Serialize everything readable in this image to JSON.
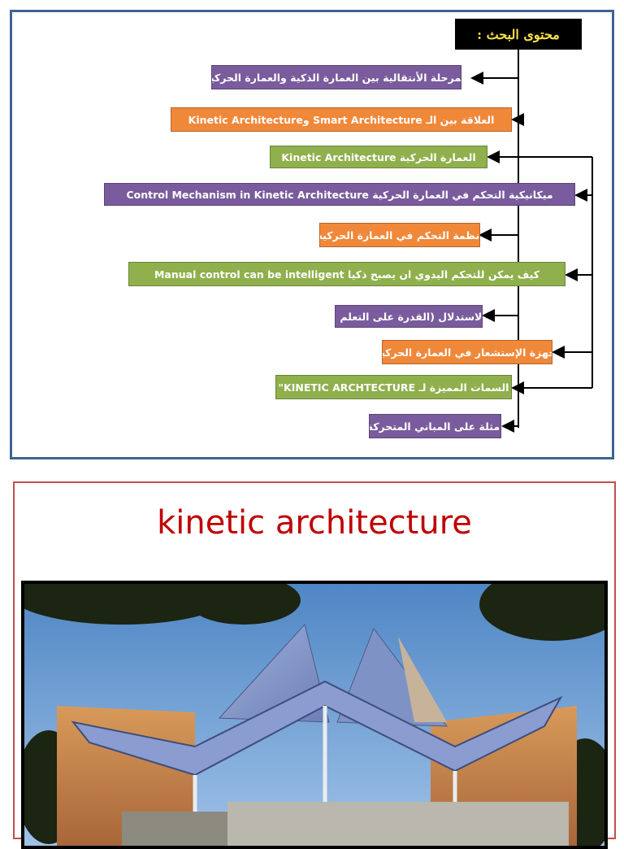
{
  "slide1": {
    "title": "محتوى البحث :",
    "items": [
      {
        "text": "المرحلة الأنتقالية بين العمارة الذكية والعمارة الحركية",
        "color": "purple"
      },
      {
        "text": "العلاقة بين الـ  Smart Architecture وKinetic Architecture",
        "color": "orange"
      },
      {
        "text": "العمارة الحركية Kinetic Architecture",
        "color": "green"
      },
      {
        "text": "ميكانيكية التحكم في العمارة الحركية  Control Mechanism in Kinetic Architecture",
        "color": "purple"
      },
      {
        "text": "أنظمة التحكم في العمارة الحركية",
        "color": "orange"
      },
      {
        "text": "كيف يمكن للتحكم اليدوي ان يصبح ذكيا  Manual control can be intelligent",
        "color": "green"
      },
      {
        "text": "الاستدلال (القدرة على التعلم )",
        "color": "purple"
      },
      {
        "text": "أجهزة الإستشعار في العمارة الحركية",
        "color": "orange"
      },
      {
        "text": "السمات المميزة لـ KINETIC ARCHTECTURE\"",
        "color": "green"
      },
      {
        "text": "امثلة على المباني المتحركة",
        "color": "purple"
      }
    ]
  },
  "slide2": {
    "title": "kinetic architecture",
    "image_subject": "kinetic-building-photo"
  },
  "colors": {
    "purple": "#7a5b9d",
    "orange": "#f0883a",
    "green": "#8fb04c",
    "slide1_border": "#3d6591",
    "slide2_border": "#c0504d",
    "slide2_title": "#c00000"
  }
}
